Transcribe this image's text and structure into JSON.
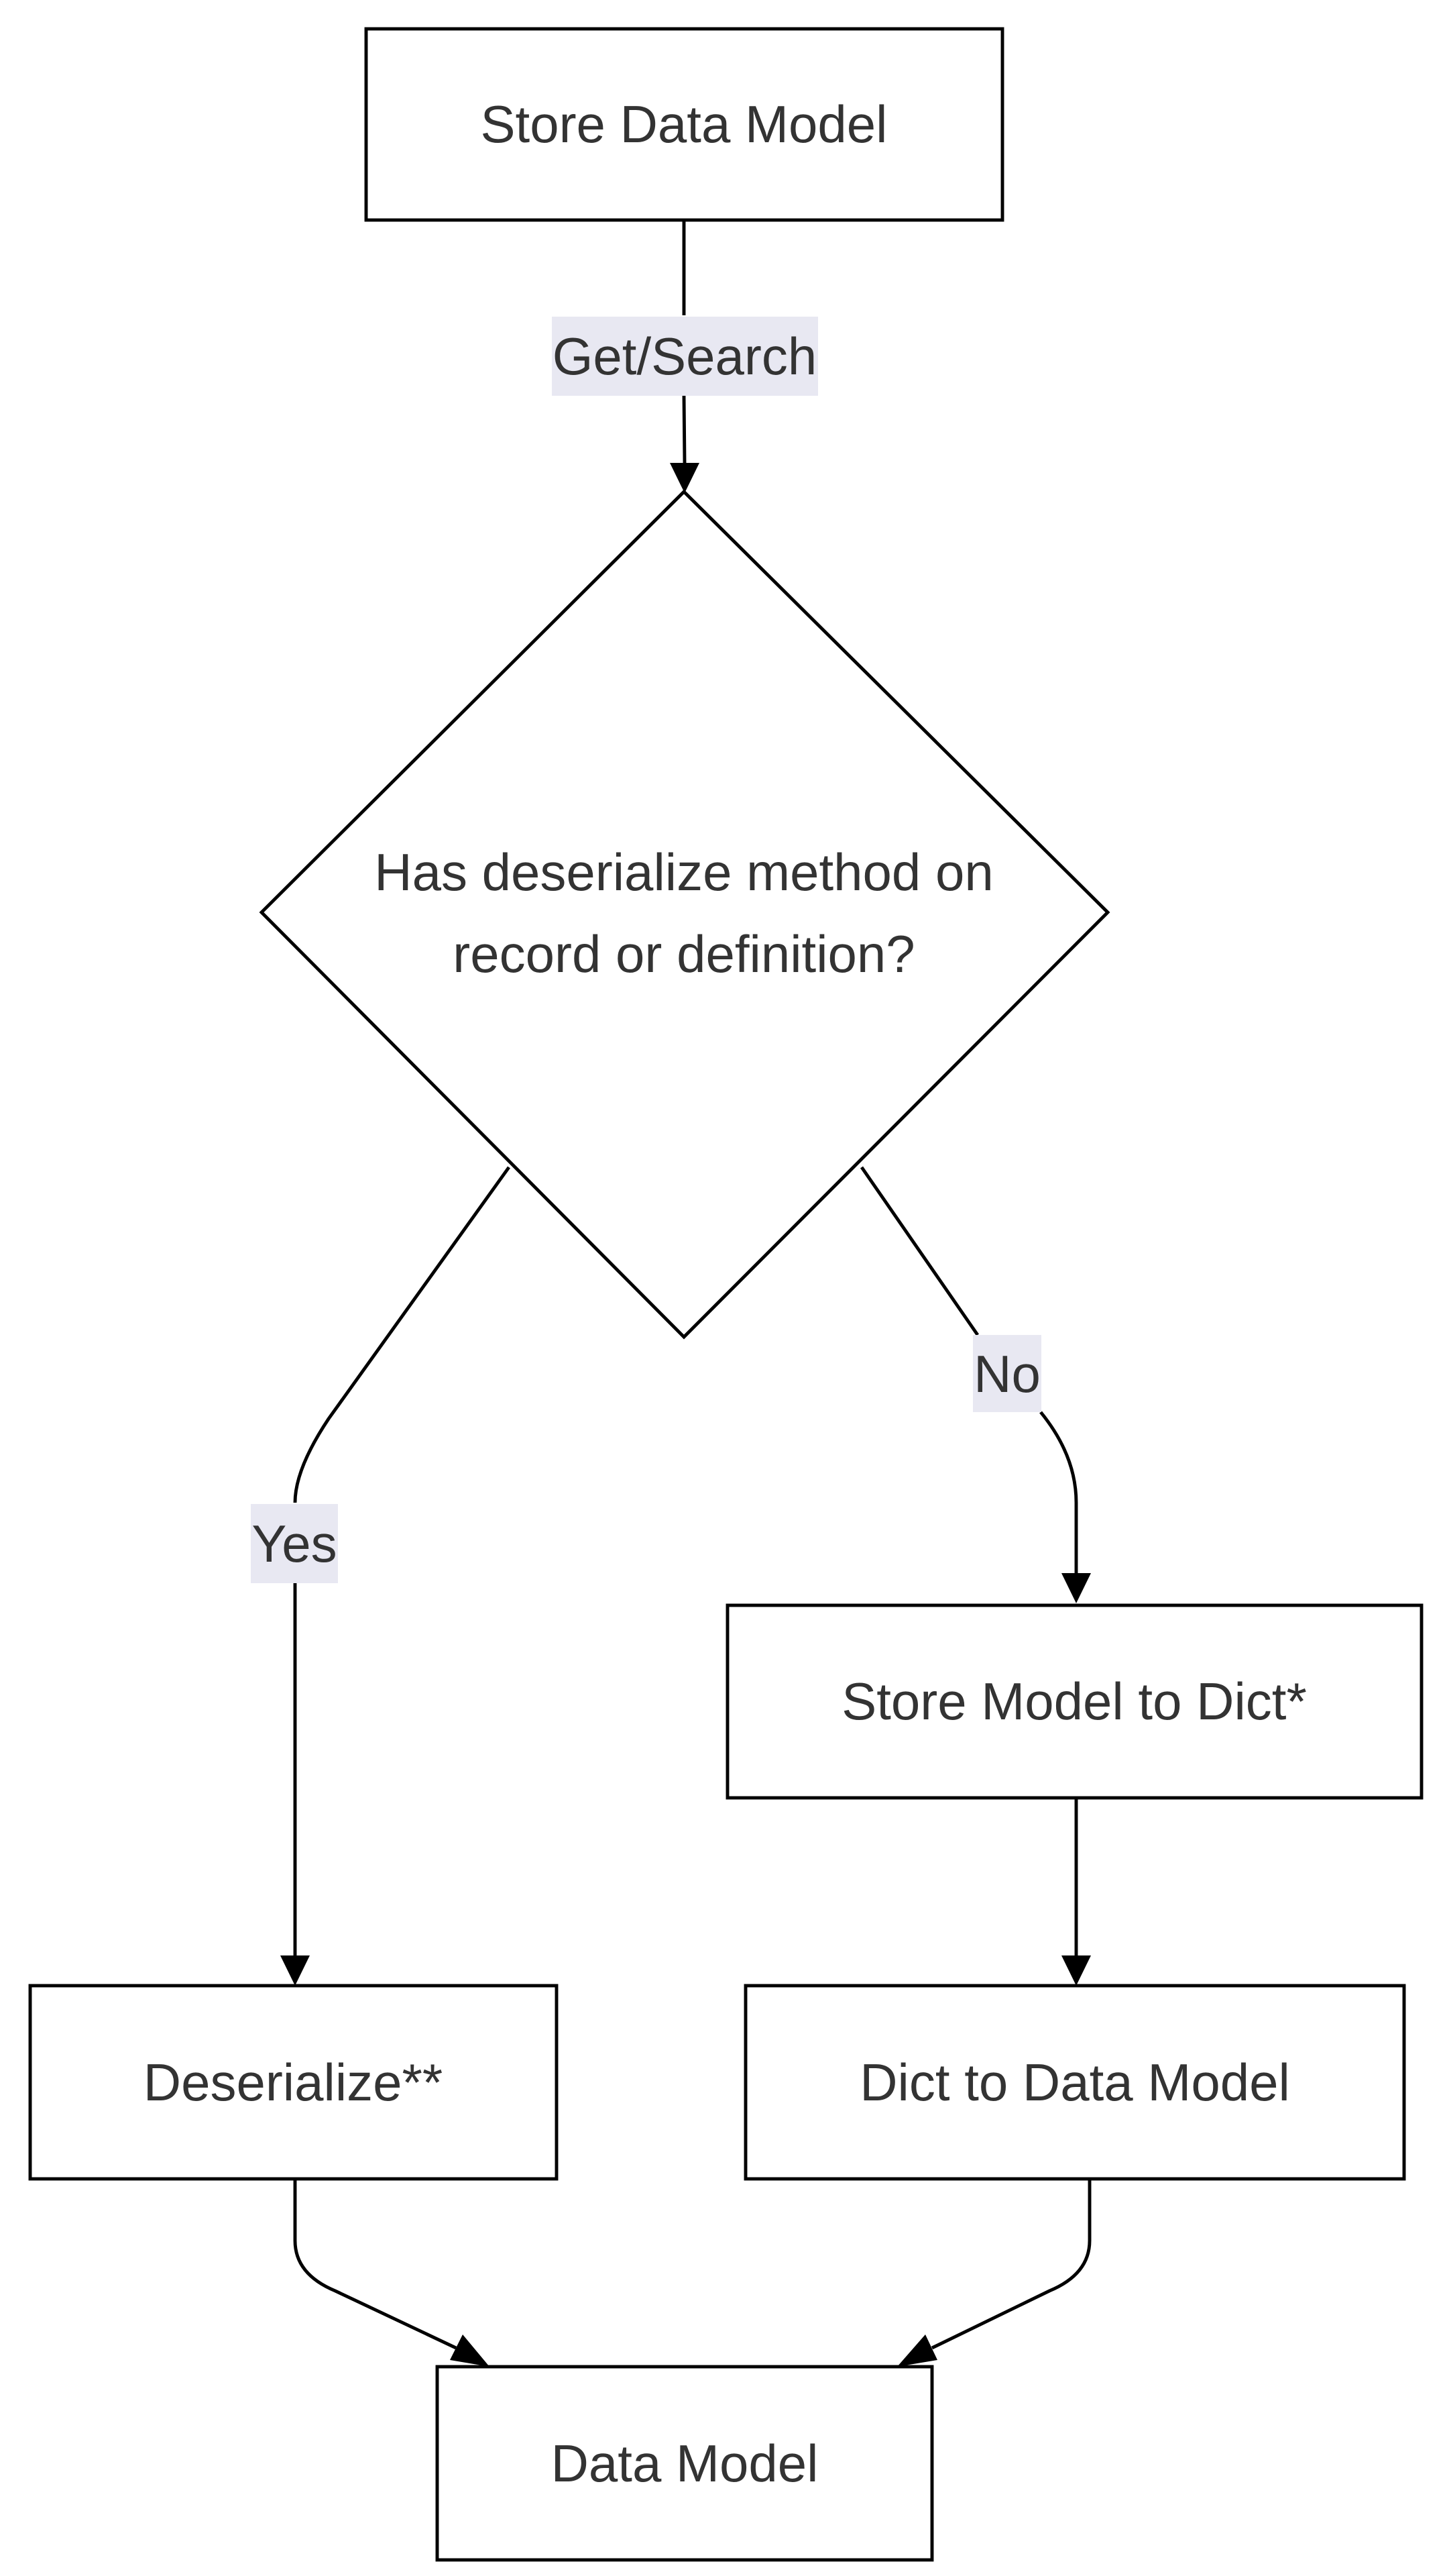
{
  "diagram": {
    "nodes": {
      "store_data_model": "Store Data Model",
      "decision_line1": "Has deserialize method on",
      "decision_line2": "record or definition?",
      "store_model_to_dict": "Store Model to Dict*",
      "deserialize": "Deserialize**",
      "dict_to_data_model": "Dict to Data Model",
      "data_model": "Data Model"
    },
    "edges": {
      "get_search": "Get/Search",
      "yes": "Yes",
      "no": "No"
    },
    "colors": {
      "node_fill": "#ffffff",
      "stroke": "#000000",
      "text": "#333333",
      "edge_label_bg": "#e8e8f2"
    }
  }
}
